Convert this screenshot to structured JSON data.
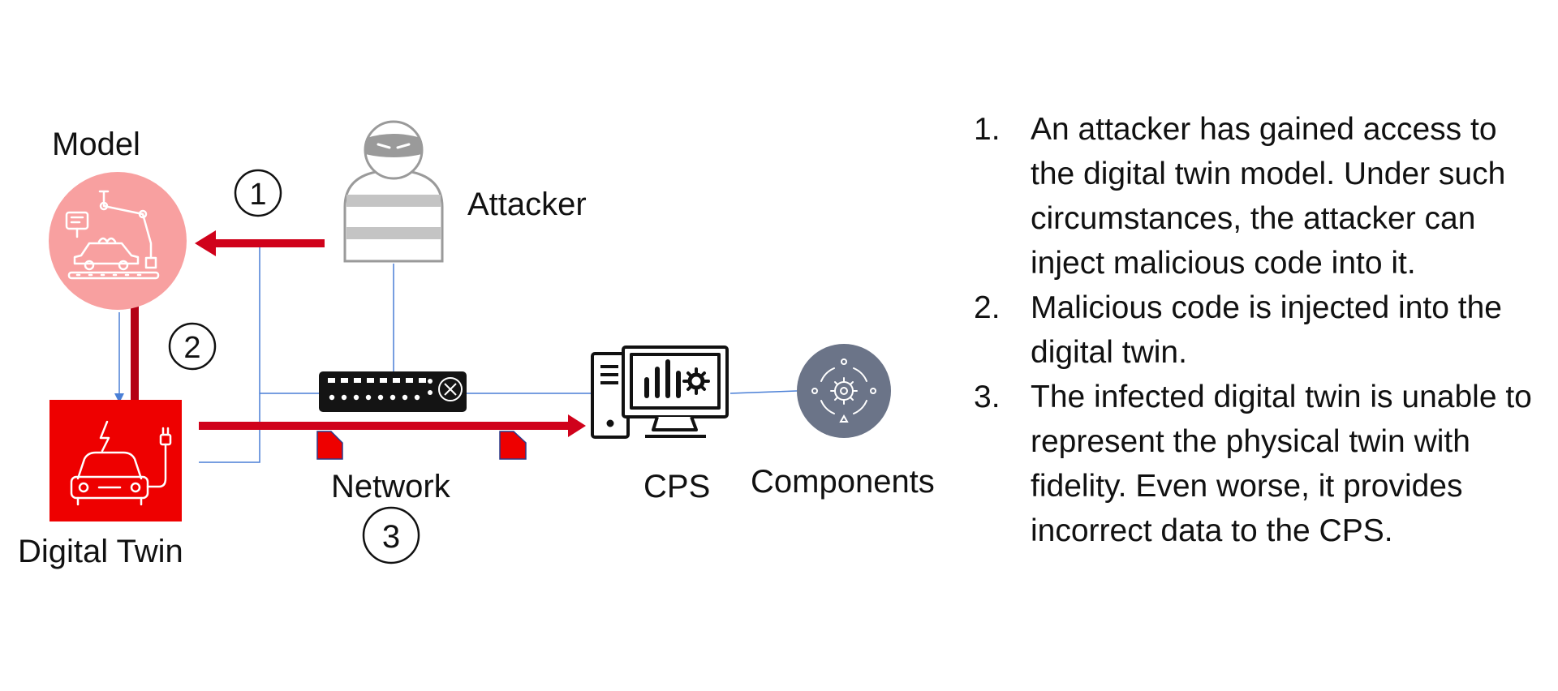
{
  "labels": {
    "model": "Model",
    "attacker": "Attacker",
    "digital_twin": "Digital Twin",
    "network": "Network",
    "cps": "CPS",
    "components": "Components"
  },
  "markers": [
    "1",
    "2",
    "3"
  ],
  "steps": [
    {
      "num": "1.",
      "text": "An attacker has gained access to the digital twin model. Under such circumstances, the attacker can inject malicious code into it."
    },
    {
      "num": "2.",
      "text": "Malicious code is injected into the digital twin."
    },
    {
      "num": "3.",
      "text": "The infected digital twin is unable to represent the physical twin with fidelity. Even worse, it provides incorrect data to the CPS."
    }
  ],
  "colors": {
    "attack_arrow": "#d0021b",
    "model_circle": "#f8a0a0",
    "digital_twin_box": "#ee0000",
    "connector_line": "#4a7fd6",
    "components_circle": "#6b7488",
    "attacker_figure": "#b0b0b0"
  },
  "icons": {
    "model": "robot-arm-car-assembly-icon",
    "digital_twin": "electric-car-charging-icon",
    "attacker": "masked-attacker-icon",
    "network": "network-switch-icon",
    "cps": "computer-monitor-icon",
    "components": "gear-cycle-icon"
  }
}
